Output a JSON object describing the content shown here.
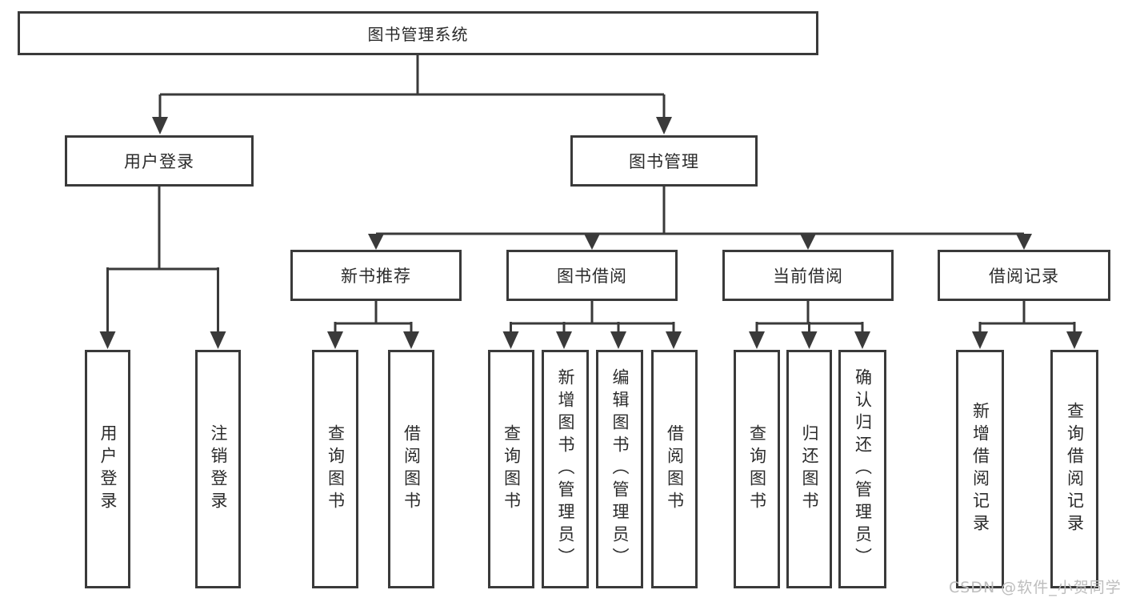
{
  "diagram_title": "图书管理系统",
  "tree": {
    "root": {
      "label": "图书管理系统"
    },
    "branches": [
      {
        "label": "用户登录",
        "children": [
          {
            "label": "用户登录"
          },
          {
            "label": "注销登录"
          }
        ]
      },
      {
        "label": "图书管理",
        "sections": [
          {
            "label": "新书推荐",
            "children": [
              {
                "label": "查询图书"
              },
              {
                "label": "借阅图书"
              }
            ]
          },
          {
            "label": "图书借阅",
            "children": [
              {
                "label": "查询图书"
              },
              {
                "label": "新增图书（管理员）"
              },
              {
                "label": "编辑图书（管理员）"
              },
              {
                "label": "借阅图书"
              }
            ]
          },
          {
            "label": "当前借阅",
            "children": [
              {
                "label": "查询图书"
              },
              {
                "label": "归还图书"
              },
              {
                "label": "确认归还（管理员）"
              }
            ]
          },
          {
            "label": "借阅记录",
            "children": [
              {
                "label": "新增借阅记录"
              },
              {
                "label": "查询借阅记录"
              }
            ]
          }
        ]
      }
    ]
  },
  "watermark": {
    "text": "CSDN @软件_小贺同学"
  },
  "colors": {
    "line": "#3a3a3a",
    "node_border": "#3a3a3a",
    "node_fill": "#ffffff",
    "text": "#2b2b2b",
    "watermark": "#bdbdbd",
    "background": "#ffffff"
  }
}
